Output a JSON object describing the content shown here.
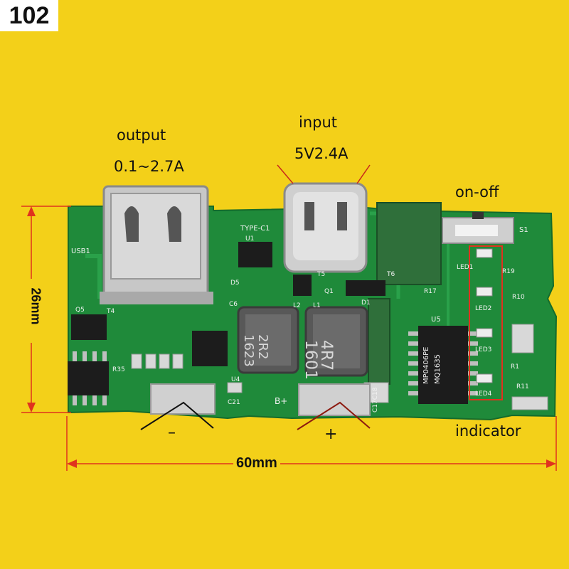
{
  "badge": "102",
  "labels": {
    "output_title": "output",
    "output_range": "0.1~2.7A",
    "input_title": "input",
    "input_spec": "5V2.4A",
    "switch": "on-off",
    "indicator": "indicator",
    "minus": "–",
    "plus": "+"
  },
  "dimensions": {
    "height": "26mm",
    "width": "60mm"
  },
  "silkscreen": {
    "usb": "USB1",
    "type_c": "TYPE-C1",
    "u1": "U1",
    "u4": "U4",
    "u5": "U5",
    "s1": "S1",
    "led1": "LED1",
    "led2": "LED2",
    "led3": "LED3",
    "led4": "LED4",
    "r19": "R19",
    "r17": "R17",
    "r10": "R10",
    "r1": "R1",
    "r11": "R11",
    "r35": "R35",
    "q5": "Q5",
    "q1": "Q1",
    "t4": "T4",
    "t5": "T5",
    "t6": "T6",
    "l1": "L1",
    "l2": "L2",
    "d1": "D1",
    "d5": "D5",
    "c6": "C6",
    "c21": "C21",
    "c17c18": "C17C18",
    "b_minus": "B+",
    "ic_u5": "MP0406PE",
    "ic_u5b": "MQ1635",
    "inductor_l1": "4R7",
    "inductor_l1b": "1601",
    "inductor_l2": "2R2",
    "inductor_l2b": "1623"
  },
  "colors": {
    "background": "#f3d019",
    "pcb": "#1f8a3a",
    "dimension_lines": "#e0321e"
  }
}
